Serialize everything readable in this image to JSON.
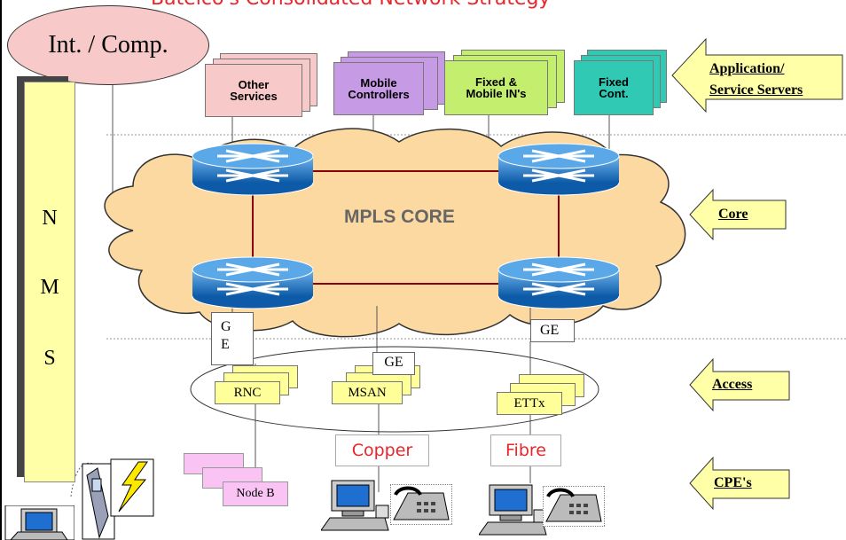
{
  "title": "Batelco's Consolidated Network Strategy",
  "int_comp": "Int.  / Comp.",
  "nms": [
    "N",
    "M",
    "S"
  ],
  "servers": [
    {
      "label": "Other\nServices",
      "color": "#f7c9c8"
    },
    {
      "label": "Mobile\nControllers",
      "color": "#c79ae6"
    },
    {
      "label": "Fixed &\nMobile IN's",
      "color": "#c4ee6e"
    },
    {
      "label": "Fixed\nCont.",
      "color": "#2fc9b4"
    }
  ],
  "core_label": "MPLS CORE",
  "layers": {
    "application": "Application/\nService Servers",
    "core": "Core",
    "access": "Access",
    "cpe": "CPE's"
  },
  "links": {
    "ge_left": "G\nE",
    "ge_mid": "GE",
    "ge_right": "GE"
  },
  "access_nodes": {
    "rnc": "RNC",
    "msan": "MSAN",
    "ettx": "ETTx"
  },
  "node_b": "Node B",
  "media": {
    "copper": "Copper",
    "fibre": "Fibre"
  },
  "colors": {
    "title": "#e8262b",
    "cloud": "#fbd9a0",
    "router": "#1e78c8",
    "arrow": "#ffffa8",
    "mesh": "#8b0000"
  }
}
